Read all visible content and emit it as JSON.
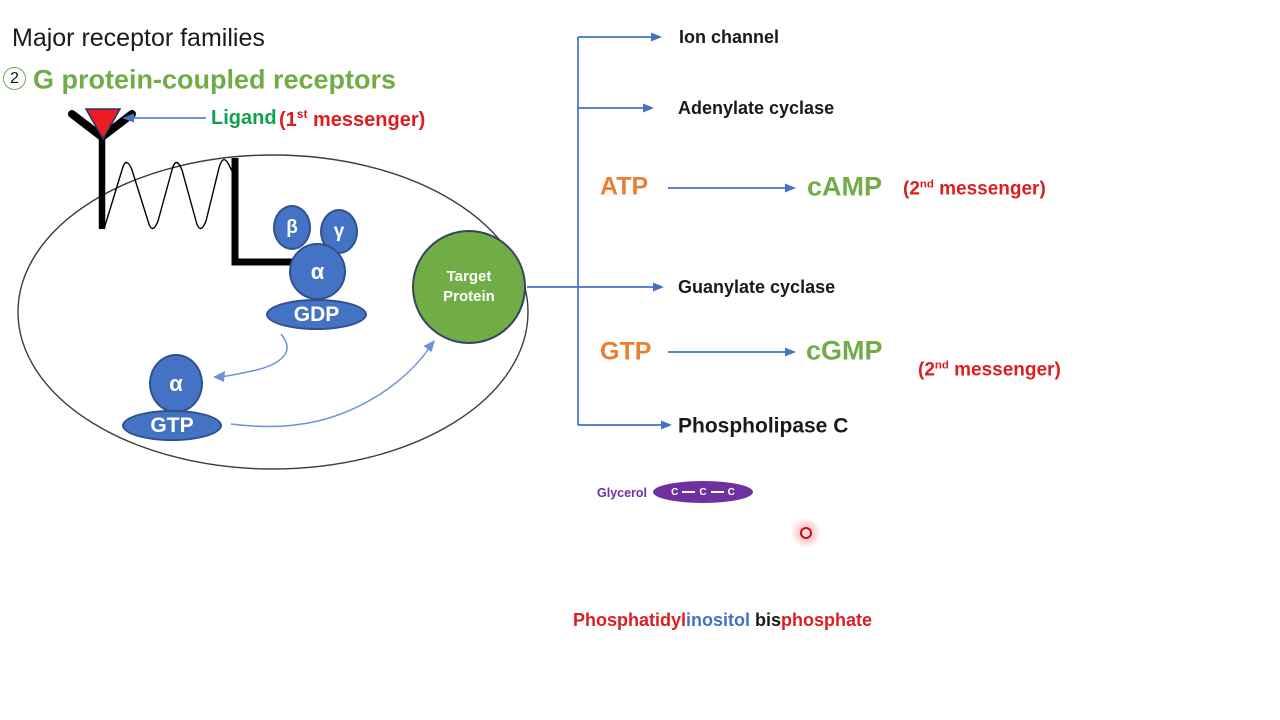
{
  "title": "Major receptor families",
  "heading": {
    "number": "2",
    "label": "G protein-coupled receptors"
  },
  "ligand": {
    "label": "Ligand",
    "msg_pre": "(1",
    "msg_sup": "st",
    "msg_post": " messenger)"
  },
  "gprotein": {
    "beta": "β",
    "gamma": "γ",
    "alpha_gdp": "α",
    "gdp": "GDP",
    "alpha_gtp": "α",
    "gtp": "GTP"
  },
  "target": {
    "line1": "Target",
    "line2": "Protein"
  },
  "effectors": {
    "ion_channel": "Ion channel",
    "adenylate_cyclase": "Adenylate cyclase",
    "guanylate_cyclase": "Guanylate cyclase",
    "phospholipase_c": "Phospholipase C"
  },
  "reactions": {
    "camp": {
      "substrate": "ATP",
      "product": "cAMP",
      "msg_pre": "(2",
      "msg_sup": "nd",
      "msg_post": " messenger)"
    },
    "cgmp": {
      "substrate": "GTP",
      "product": "cGMP",
      "msg_pre": "(2",
      "msg_sup": "nd",
      "msg_post": " messenger)"
    }
  },
  "glycerol": {
    "label": "Glycerol",
    "carbons": [
      "C",
      "C",
      "C"
    ]
  },
  "pip2": {
    "part1": "Phosphatidyl",
    "part2": "inositol",
    "part3": " bis",
    "part4": "phosphate"
  },
  "colors": {
    "heading_green": "#70AD47",
    "ligand_green": "#12A14B",
    "red": "#DD1D1F",
    "orange": "#ED7D31",
    "product_green": "#70AD47",
    "arrow_blue": "#4472C4",
    "curved_arrow_blue": "#6B93D6",
    "subunit_blue": "#4472C4",
    "subunit_border": "#2F528F",
    "target_green": "#70AD47",
    "target_border": "#35455E",
    "purple": "#7030A0",
    "ligand_triangle_red": "#EC1C24",
    "laser_red": "#C01212"
  }
}
